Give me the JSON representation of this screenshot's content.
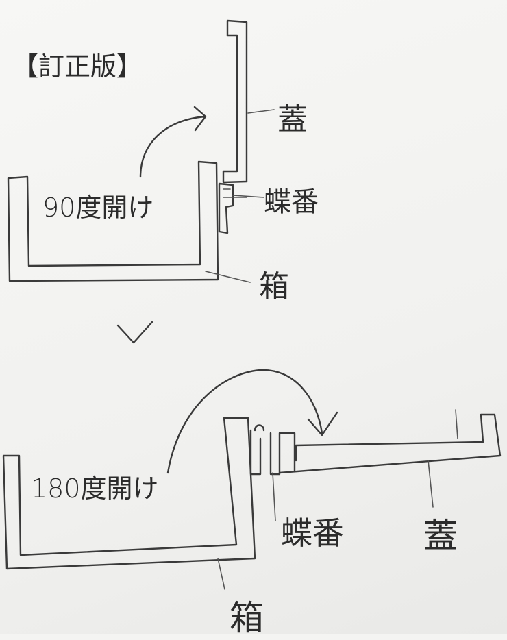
{
  "title": "【訂正版】",
  "top_diagram": {
    "open_label": "90度開け",
    "lid_label": "蓋",
    "hinge_label": "蝶番",
    "box_label": "箱"
  },
  "bottom_diagram": {
    "open_label": "180度開け",
    "lid_label": "蓋",
    "hinge_label": "蝶番",
    "box_label": "箱"
  }
}
